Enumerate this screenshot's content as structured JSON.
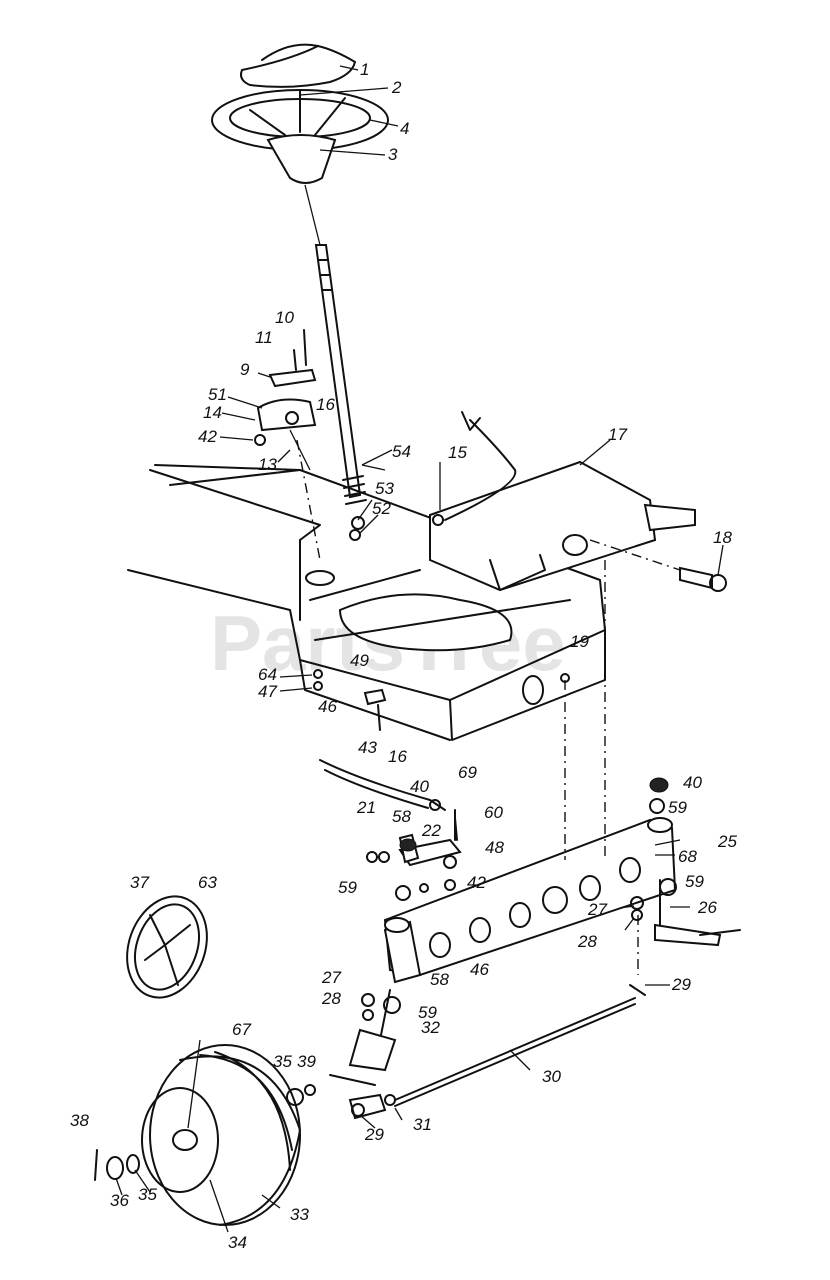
{
  "watermark": "PartsTree",
  "callouts": [
    {
      "id": "c1",
      "text": "1"
    },
    {
      "id": "c2",
      "text": "2"
    },
    {
      "id": "c3",
      "text": "3"
    },
    {
      "id": "c4",
      "text": "4"
    },
    {
      "id": "c9",
      "text": "9"
    },
    {
      "id": "c10",
      "text": "10"
    },
    {
      "id": "c11",
      "text": "11"
    },
    {
      "id": "c13",
      "text": "13"
    },
    {
      "id": "c14",
      "text": "14"
    },
    {
      "id": "c15",
      "text": "15"
    },
    {
      "id": "c16a",
      "text": "16"
    },
    {
      "id": "c16b",
      "text": "16"
    },
    {
      "id": "c17",
      "text": "17"
    },
    {
      "id": "c18",
      "text": "18"
    },
    {
      "id": "c19",
      "text": "19"
    },
    {
      "id": "c21",
      "text": "21"
    },
    {
      "id": "c22",
      "text": "22"
    },
    {
      "id": "c25",
      "text": "25"
    },
    {
      "id": "c26",
      "text": "26"
    },
    {
      "id": "c27a",
      "text": "27"
    },
    {
      "id": "c27b",
      "text": "27"
    },
    {
      "id": "c28a",
      "text": "28"
    },
    {
      "id": "c28b",
      "text": "28"
    },
    {
      "id": "c29a",
      "text": "29"
    },
    {
      "id": "c29b",
      "text": "29"
    },
    {
      "id": "c30",
      "text": "30"
    },
    {
      "id": "c31",
      "text": "31"
    },
    {
      "id": "c32",
      "text": "32"
    },
    {
      "id": "c33",
      "text": "33"
    },
    {
      "id": "c34",
      "text": "34"
    },
    {
      "id": "c35a",
      "text": "35"
    },
    {
      "id": "c35b",
      "text": "35"
    },
    {
      "id": "c36",
      "text": "36"
    },
    {
      "id": "c37",
      "text": "37"
    },
    {
      "id": "c38",
      "text": "38"
    },
    {
      "id": "c39",
      "text": "39"
    },
    {
      "id": "c40a",
      "text": "40"
    },
    {
      "id": "c40b",
      "text": "40"
    },
    {
      "id": "c42a",
      "text": "42"
    },
    {
      "id": "c42b",
      "text": "42"
    },
    {
      "id": "c43",
      "text": "43"
    },
    {
      "id": "c46a",
      "text": "46"
    },
    {
      "id": "c46b",
      "text": "46"
    },
    {
      "id": "c47",
      "text": "47"
    },
    {
      "id": "c48",
      "text": "48"
    },
    {
      "id": "c49",
      "text": "49"
    },
    {
      "id": "c51",
      "text": "51"
    },
    {
      "id": "c52",
      "text": "52"
    },
    {
      "id": "c53",
      "text": "53"
    },
    {
      "id": "c54",
      "text": "54"
    },
    {
      "id": "c58a",
      "text": "58"
    },
    {
      "id": "c58b",
      "text": "58"
    },
    {
      "id": "c59a",
      "text": "59"
    },
    {
      "id": "c59b",
      "text": "59"
    },
    {
      "id": "c59c",
      "text": "59"
    },
    {
      "id": "c59d",
      "text": "59"
    },
    {
      "id": "c60",
      "text": "60"
    },
    {
      "id": "c63",
      "text": "63"
    },
    {
      "id": "c64",
      "text": "64"
    },
    {
      "id": "c67",
      "text": "67"
    },
    {
      "id": "c68",
      "text": "68"
    },
    {
      "id": "c69",
      "text": "69"
    }
  ]
}
